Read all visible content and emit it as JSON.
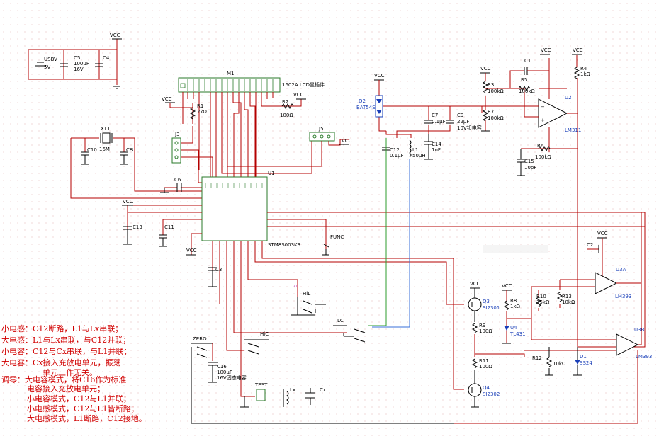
{
  "power": {
    "vcc": "VCC",
    "usb": "USBV",
    "usb_v": "5V"
  },
  "caps": {
    "c5": "C5",
    "c5_v": "100µF",
    "c5_vv": "16V",
    "c4": "C4",
    "c10": "C10",
    "c8": "C8",
    "c13": "C13",
    "c11": "C11",
    "c6": "C6",
    "c3": "C3",
    "c12": "C12",
    "c12_v": "0.1µF",
    "c7": "C7",
    "c7_v": "0.1µF",
    "c9": "C9",
    "c9_v": "22µF",
    "c9_vv": "10V钽电容",
    "c14": "C14",
    "c14_v": "1nF",
    "c1": "C1",
    "c15": "C15",
    "c15_v": "10pF",
    "c2": "C2",
    "c16": "C16",
    "c16_v": "100µF",
    "c16_vv": "16V固态电容"
  },
  "resistors": {
    "r1": "R1",
    "r1_v": "2kΩ",
    "r2": "R2",
    "r2_v": "100Ω",
    "r3": "R3",
    "r3_v": "100kΩ",
    "r5": "R5",
    "r5_v": "100kΩ",
    "r7": "R7",
    "r7_v": "100kΩ",
    "r4": "R4",
    "r4_v": "1kΩ",
    "r6": "R6",
    "r6_v": "100kΩ",
    "r8": "R8",
    "r8_v": "1kΩ",
    "r10": "R10",
    "r10_v": "15kΩ",
    "r13": "R13",
    "r13_v": "10kΩ",
    "r9": "R9",
    "r9_v": "100Ω",
    "r11": "R11",
    "r11_v": "100Ω",
    "r12": "R12",
    "r12_v": "10kΩ"
  },
  "parts": {
    "m1": "M1",
    "m1_desc": "1602A LCD显插件",
    "xt1": "XT1",
    "xt1_v": "16M",
    "j3": "J3",
    "j5": "J5",
    "u1": "U1",
    "u1_name": "STM8S003K3",
    "q2": "Q2",
    "q2_name": "BAT54S",
    "l1": "L1",
    "l1_v": "50µH",
    "u2": "U2",
    "u2_name": "LM311",
    "u3a": "U3A",
    "u3b": "U3B",
    "u3_name": "LM393",
    "q3": "Q3",
    "q3_name": "SI2301",
    "q4": "Q4",
    "q4_name": "SI2302",
    "u4": "U4",
    "u4_name": "TL431",
    "d1": "D1",
    "d1_name": "SS24",
    "func": "FUNC",
    "hil": "HiL",
    "lc": "LC",
    "hic": "HiC",
    "zero": "ZERO",
    "test": "TEST",
    "lx": "Lx",
    "cx": "Cx"
  },
  "notes": {
    "l1": "小电感：C12断路，L1与Lx串联；",
    "l2": "大电感：L1与Lx串联，与C12并联；",
    "l3": "小电容：C12与Cx串联，与L1并联；",
    "l4": "大电容：Cx接入充放电单元，振荡",
    "l5": "单元工作无关。",
    "l6": "调零：大电容模式，将C16作为标准",
    "l7": "电容接入充放电单元；",
    "l8": "小电容模式，C12与L1并联；",
    "l9": "小电感模式，C12与L1皆断路；",
    "l10": "大电感模式，L1断路，C12接地。"
  },
  "colors": {
    "wire": "#b40000",
    "note": "#d10000",
    "part": "#1a3fb8",
    "green": "#2e9c2e",
    "blue": "#3a6fd8"
  }
}
